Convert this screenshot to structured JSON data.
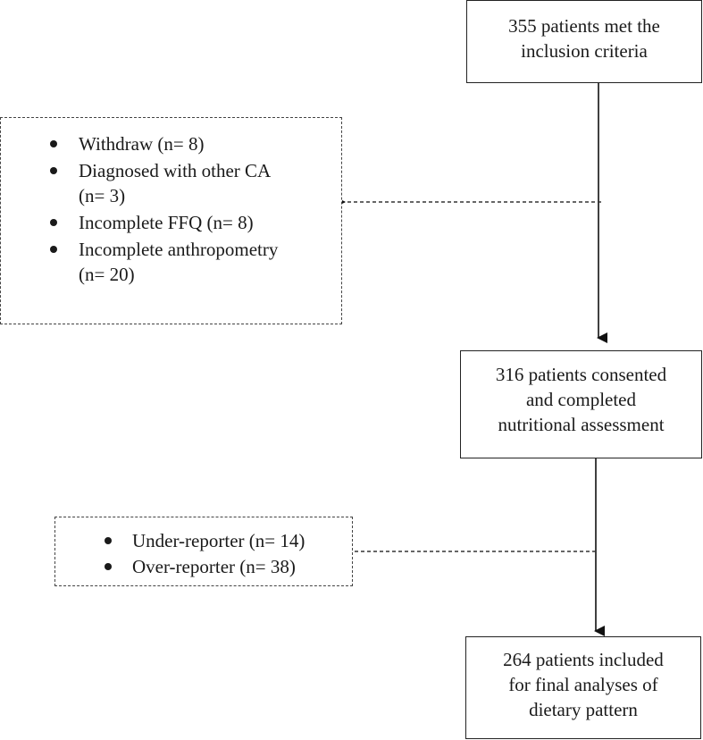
{
  "boxes": {
    "inclusion": {
      "lines": [
        "355 patients met the",
        "inclusion criteria"
      ]
    },
    "consented": {
      "lines": [
        "316 patients consented",
        "and completed",
        "nutritional assessment"
      ]
    },
    "final": {
      "lines": [
        "264 patients included",
        "for final analyses of",
        "dietary pattern"
      ]
    }
  },
  "exclusions_1": {
    "items": [
      {
        "lines": [
          "Withdraw (n= 8)"
        ]
      },
      {
        "lines": [
          "Diagnosed with other CA",
          "(n= 3)"
        ]
      },
      {
        "lines": [
          "Incomplete FFQ (n= 8)"
        ]
      },
      {
        "lines": [
          "Incomplete anthropometry",
          "(n= 20)"
        ]
      }
    ]
  },
  "exclusions_2": {
    "items": [
      {
        "lines": [
          "Under-reporter (n= 14)"
        ]
      },
      {
        "lines": [
          "Over-reporter (n= 38)"
        ]
      }
    ]
  }
}
